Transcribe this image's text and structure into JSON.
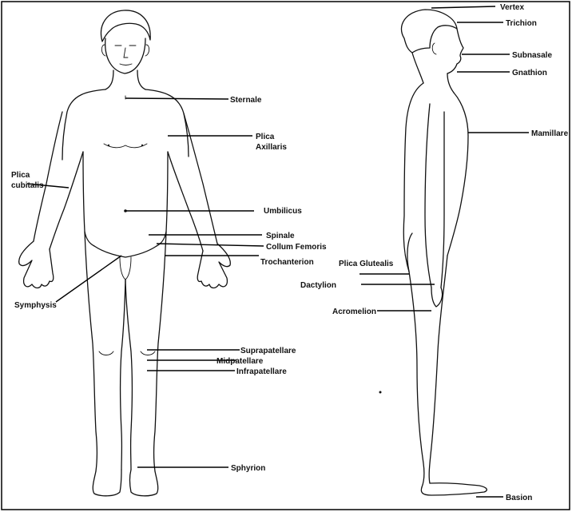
{
  "colors": {
    "ink": "#111111",
    "background": "#ffffff",
    "border": "#000000"
  },
  "labels": {
    "vertex": "Vertex",
    "trichion": "Trichion",
    "subnasale": "Subnasale",
    "gnathion": "Gnathion",
    "mamillare": "Mamillare",
    "plica_glutealis": "Plica Glutealis",
    "dactylion": "Dactylion",
    "acromelion": "Acromelion",
    "basion": "Basion",
    "sternale": "Sternale",
    "plica_axillaris_1": "Plica",
    "plica_axillaris_2": "Axillaris",
    "plica_cubitalis_1": "Plica",
    "plica_cubitalis_2": "cubitalis",
    "umbilicus": "Umbilicus",
    "spinale": "Spinale",
    "collum_femoris": "Collum Femoris",
    "trochanterion": "Trochanterion",
    "symphysis": "Symphysis",
    "suprapatellare": "Suprapatellare",
    "midpatellare": "Midpatellare",
    "infrapatellare": "Infrapatellare",
    "sphyrion": "Sphyrion"
  }
}
